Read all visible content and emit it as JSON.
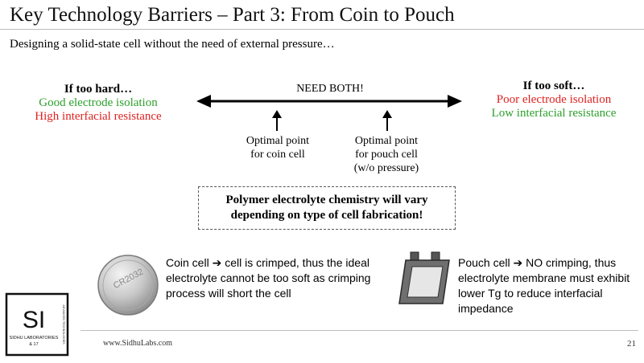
{
  "slide": {
    "title": "Key Technology Barriers – Part 3: From Coin to Pouch",
    "subtitle": "Designing a solid-state cell without the need of external pressure…",
    "page_number": "21",
    "footer_url": "www.SidhuLabs.com"
  },
  "left_side": {
    "heading": "If too hard…",
    "line1": "Good electrode isolation",
    "line2": "High interfacial resistance"
  },
  "right_side": {
    "heading": "If too soft…",
    "line1": "Poor electrode isolation",
    "line2": "Low interfacial resistance"
  },
  "spectrum": {
    "label": "NEED BOTH!"
  },
  "optimal_points": {
    "coin_line1": "Optimal point",
    "coin_line2": "for coin cell",
    "pouch_line1": "Optimal point",
    "pouch_line2": "for pouch cell",
    "pouch_line3": "(w/o pressure)"
  },
  "note": {
    "line1": "Polymer electrolyte chemistry will vary",
    "line2": "depending on type of cell fabrication!"
  },
  "coin_cell": {
    "label_lead": "Coin cell ",
    "label_arrow": "➔",
    "label_rest": " cell is crimped, thus the ideal electrolyte cannot be too soft as crimping process will short the cell",
    "engraving": "CR2032",
    "icon": "coin-cell-battery"
  },
  "pouch_cell": {
    "label_lead": "Pouch cell ",
    "label_arrow": "➔",
    "label_rest": " NO crimping, thus electrolyte membrane must exhibit lower Tg to reduce interfacial impedance",
    "icon": "pouch-cell"
  },
  "logo": {
    "letters": "SI",
    "line1": "SIDHU LABORATORIES",
    "line2": "& 17",
    "side_text": "ADVANCED TECHNOLOGIES"
  },
  "colors": {
    "good": "#2ca02c",
    "bad": "#e02020",
    "rule": "#bdbdbd"
  }
}
